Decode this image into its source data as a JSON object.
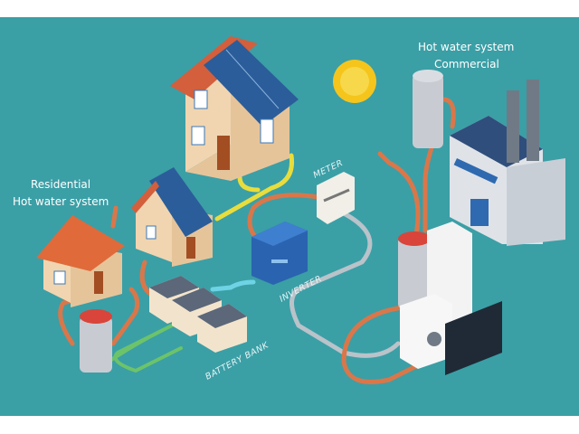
{
  "labels": {
    "residential_line1": "Residential",
    "residential_line2": "Hot water system",
    "commercial_line1": "Hot water system",
    "commercial_line2": "Commercial",
    "meter": "METER",
    "inverter": "INVERTER",
    "battery_bank": "BATTERY BANK"
  },
  "colors": {
    "background": "#3b9fa6",
    "pipe_hot": "#d9774a",
    "pipe_cable": "#b9c3c9",
    "solar_cable": "#e8dd3c",
    "battery_cable": "#6fd3e6",
    "green_cable": "#6cc36a",
    "sun": "#f5c51c"
  }
}
